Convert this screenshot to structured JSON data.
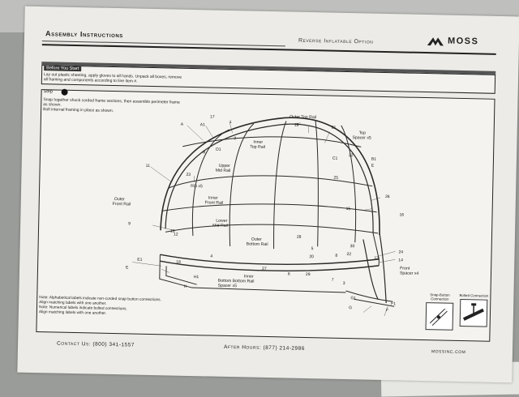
{
  "header": {
    "title": "Assembly Instructions",
    "subtitle": "Reverse Inflatable Option",
    "brand": "MOSS"
  },
  "before": {
    "label": "Before You Start",
    "text_1": "Lay out plastic sheeting, apply gloves to all hands. Unpack all boxes, remove",
    "text_2": "all framing and components according to line item #."
  },
  "step": {
    "label": "Step",
    "text_1": "Snap together shock corded frame sections, then assemble perimeter frame",
    "text_2": "as shown.",
    "text_3": "Bolt internal framing in place as shown."
  },
  "diagram": {
    "labels": {
      "outer_top_rail": "Outer Top Rail",
      "top_spacer": "Top",
      "top_spacer_2": "Spacer x5",
      "inner_top_rail": "Inner",
      "inner_top_rail_2": "Top Rail",
      "upper_mid_rail": "Upper",
      "upper_mid_rail_2": "Mid Rail",
      "rib": "Rib x5",
      "inner_front_rail": "Inner",
      "inner_front_rail_2": "Front Rail",
      "outer_front_rail": "Outer",
      "outer_front_rail_2": "Front Rail",
      "lower_mid_rail": "Lower",
      "lower_mid_rail_2": "Mid Rail",
      "outer_bottom_rail": "Outer",
      "outer_bottom_rail_2": "Bottom Rail",
      "inner_bottom_rail": "Inner",
      "inner_bottom_rail_2": "Bottom Bottom Rail",
      "bottom_spacer": "Spacer x5",
      "front_spacer": "Front",
      "front_spacer_2": "Spacer x4"
    },
    "codes": [
      "A",
      "A1",
      "17",
      "1",
      "19",
      "21",
      "2",
      "B",
      "D1",
      "22",
      "C1",
      "B1",
      "E",
      "11",
      "23",
      "26",
      "25",
      "15",
      "16",
      "24",
      "14",
      "9",
      "10",
      "28",
      "5",
      "30",
      "8",
      "20",
      "12",
      "4",
      "18",
      "27",
      "6",
      "29",
      "7",
      "22",
      "3",
      "13",
      "E1",
      "H1",
      "H",
      "G",
      "G1",
      "F",
      "F1",
      "E"
    ]
  },
  "notes": {
    "note_1": "Note: Alphabetical labels indicate non-corded snap button connections.",
    "note_1b": "Align matching labels with one another.",
    "note_2": "Note: Numerical labels indicate bolted connections.",
    "note_2b": "Align matching labels with one another."
  },
  "connections": {
    "snap": "Snap-Button Connection",
    "bolted": "Bolted Connection"
  },
  "footer": {
    "contact": "Contact Us: (800) 341-1557",
    "after_hours": "After Hours: (877) 214-2986",
    "website": "mossinc.com"
  }
}
